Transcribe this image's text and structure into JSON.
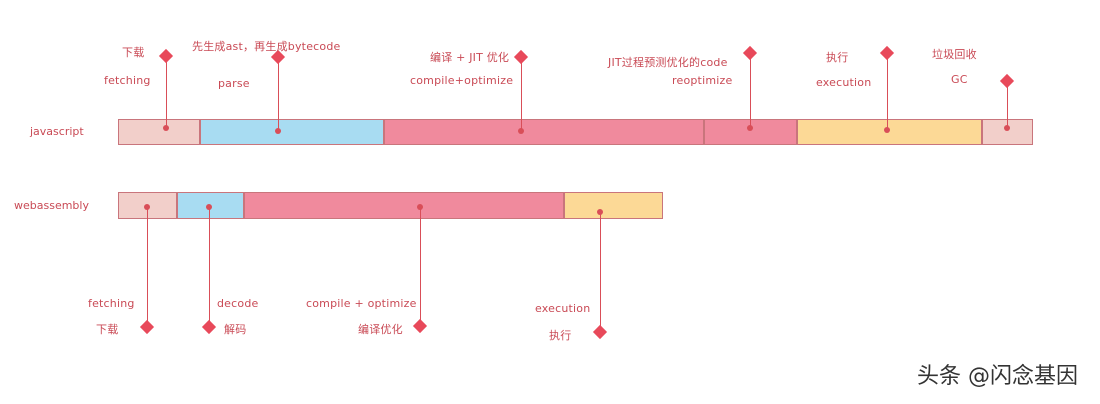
{
  "rows": {
    "javascript": "javascript",
    "webassembly": "webassembly"
  },
  "js_steps": [
    {
      "zh": "下载",
      "en": "fetching"
    },
    {
      "zh": "先生成ast，再生成bytecode",
      "en": "parse"
    },
    {
      "zh": "编译 + JIT 优化",
      "en": "compile+optimize"
    },
    {
      "zh": "JIT过程预测优化的code",
      "en": "reoptimize"
    },
    {
      "zh": "执行",
      "en": "execution"
    },
    {
      "zh": "垃圾回收",
      "en": "GC"
    }
  ],
  "wasm_steps": [
    {
      "en": "fetching",
      "zh": "下载"
    },
    {
      "en": "decode",
      "zh": "解码"
    },
    {
      "en": "compile + optimize",
      "zh": "编译优化"
    },
    {
      "en": "execution",
      "zh": "执行"
    }
  ],
  "colors": {
    "fetch": "#f2cfca",
    "parse": "#a8dcf2",
    "compile": "#f08a9d",
    "reoptimize": "#f08a9d",
    "execution": "#fcd996",
    "gc": "#f2cfca",
    "accent": "#e8495a"
  },
  "watermark": "头条 @闪念基因"
}
